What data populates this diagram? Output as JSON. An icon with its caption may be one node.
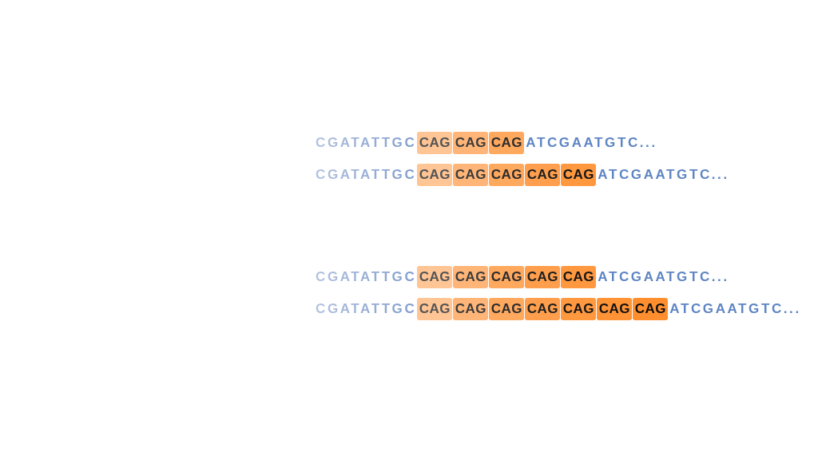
{
  "diagram": {
    "nodes": [
      {
        "text": [
          "CAG"
        ]
      },
      {
        "text": [
          "CAG"
        ]
      },
      {
        "text": [
          "CAG"
        ]
      },
      {
        "text": [
          "CAG"
        ]
      },
      {
        "text": [
          "CAG"
        ]
      },
      {
        "text": [
          "CAG"
        ]
      },
      {
        "text": [
          "CAG"
        ]
      },
      {
        "text": [
          "CAG"
        ]
      },
      {
        "text": [
          "CAG"
        ]
      },
      {
        "text": [
          "CAG"
        ]
      },
      {
        "text": [
          "CAG"
        ]
      },
      {
        "text": [
          "CAG"
        ]
      },
      {
        "text": [
          "CAG"
        ]
      },
      {
        "text": [
          "CAG"
        ]
      },
      {
        "text": [
          "CAG"
        ]
      },
      {
        "text": [
          "CAG"
        ]
      },
      {
        "text": [
          "CAG"
        ]
      },
      {
        "text": [
          "CAG"
        ]
      },
      {
        "text": [
          "CAG"
        ]
      },
      {
        "text": [
          "CAG"
        ]
      }
    ],
    "labels": [
      "CGATATTGC",
      "ATCGAATGTC...",
      "CGATATTGC",
      "ATCGAATGTC...",
      "CGATATTGC",
      "ATCGAATGTC...",
      "CGATATTGC",
      "ATCGAATGTC..."
    ]
  }
}
